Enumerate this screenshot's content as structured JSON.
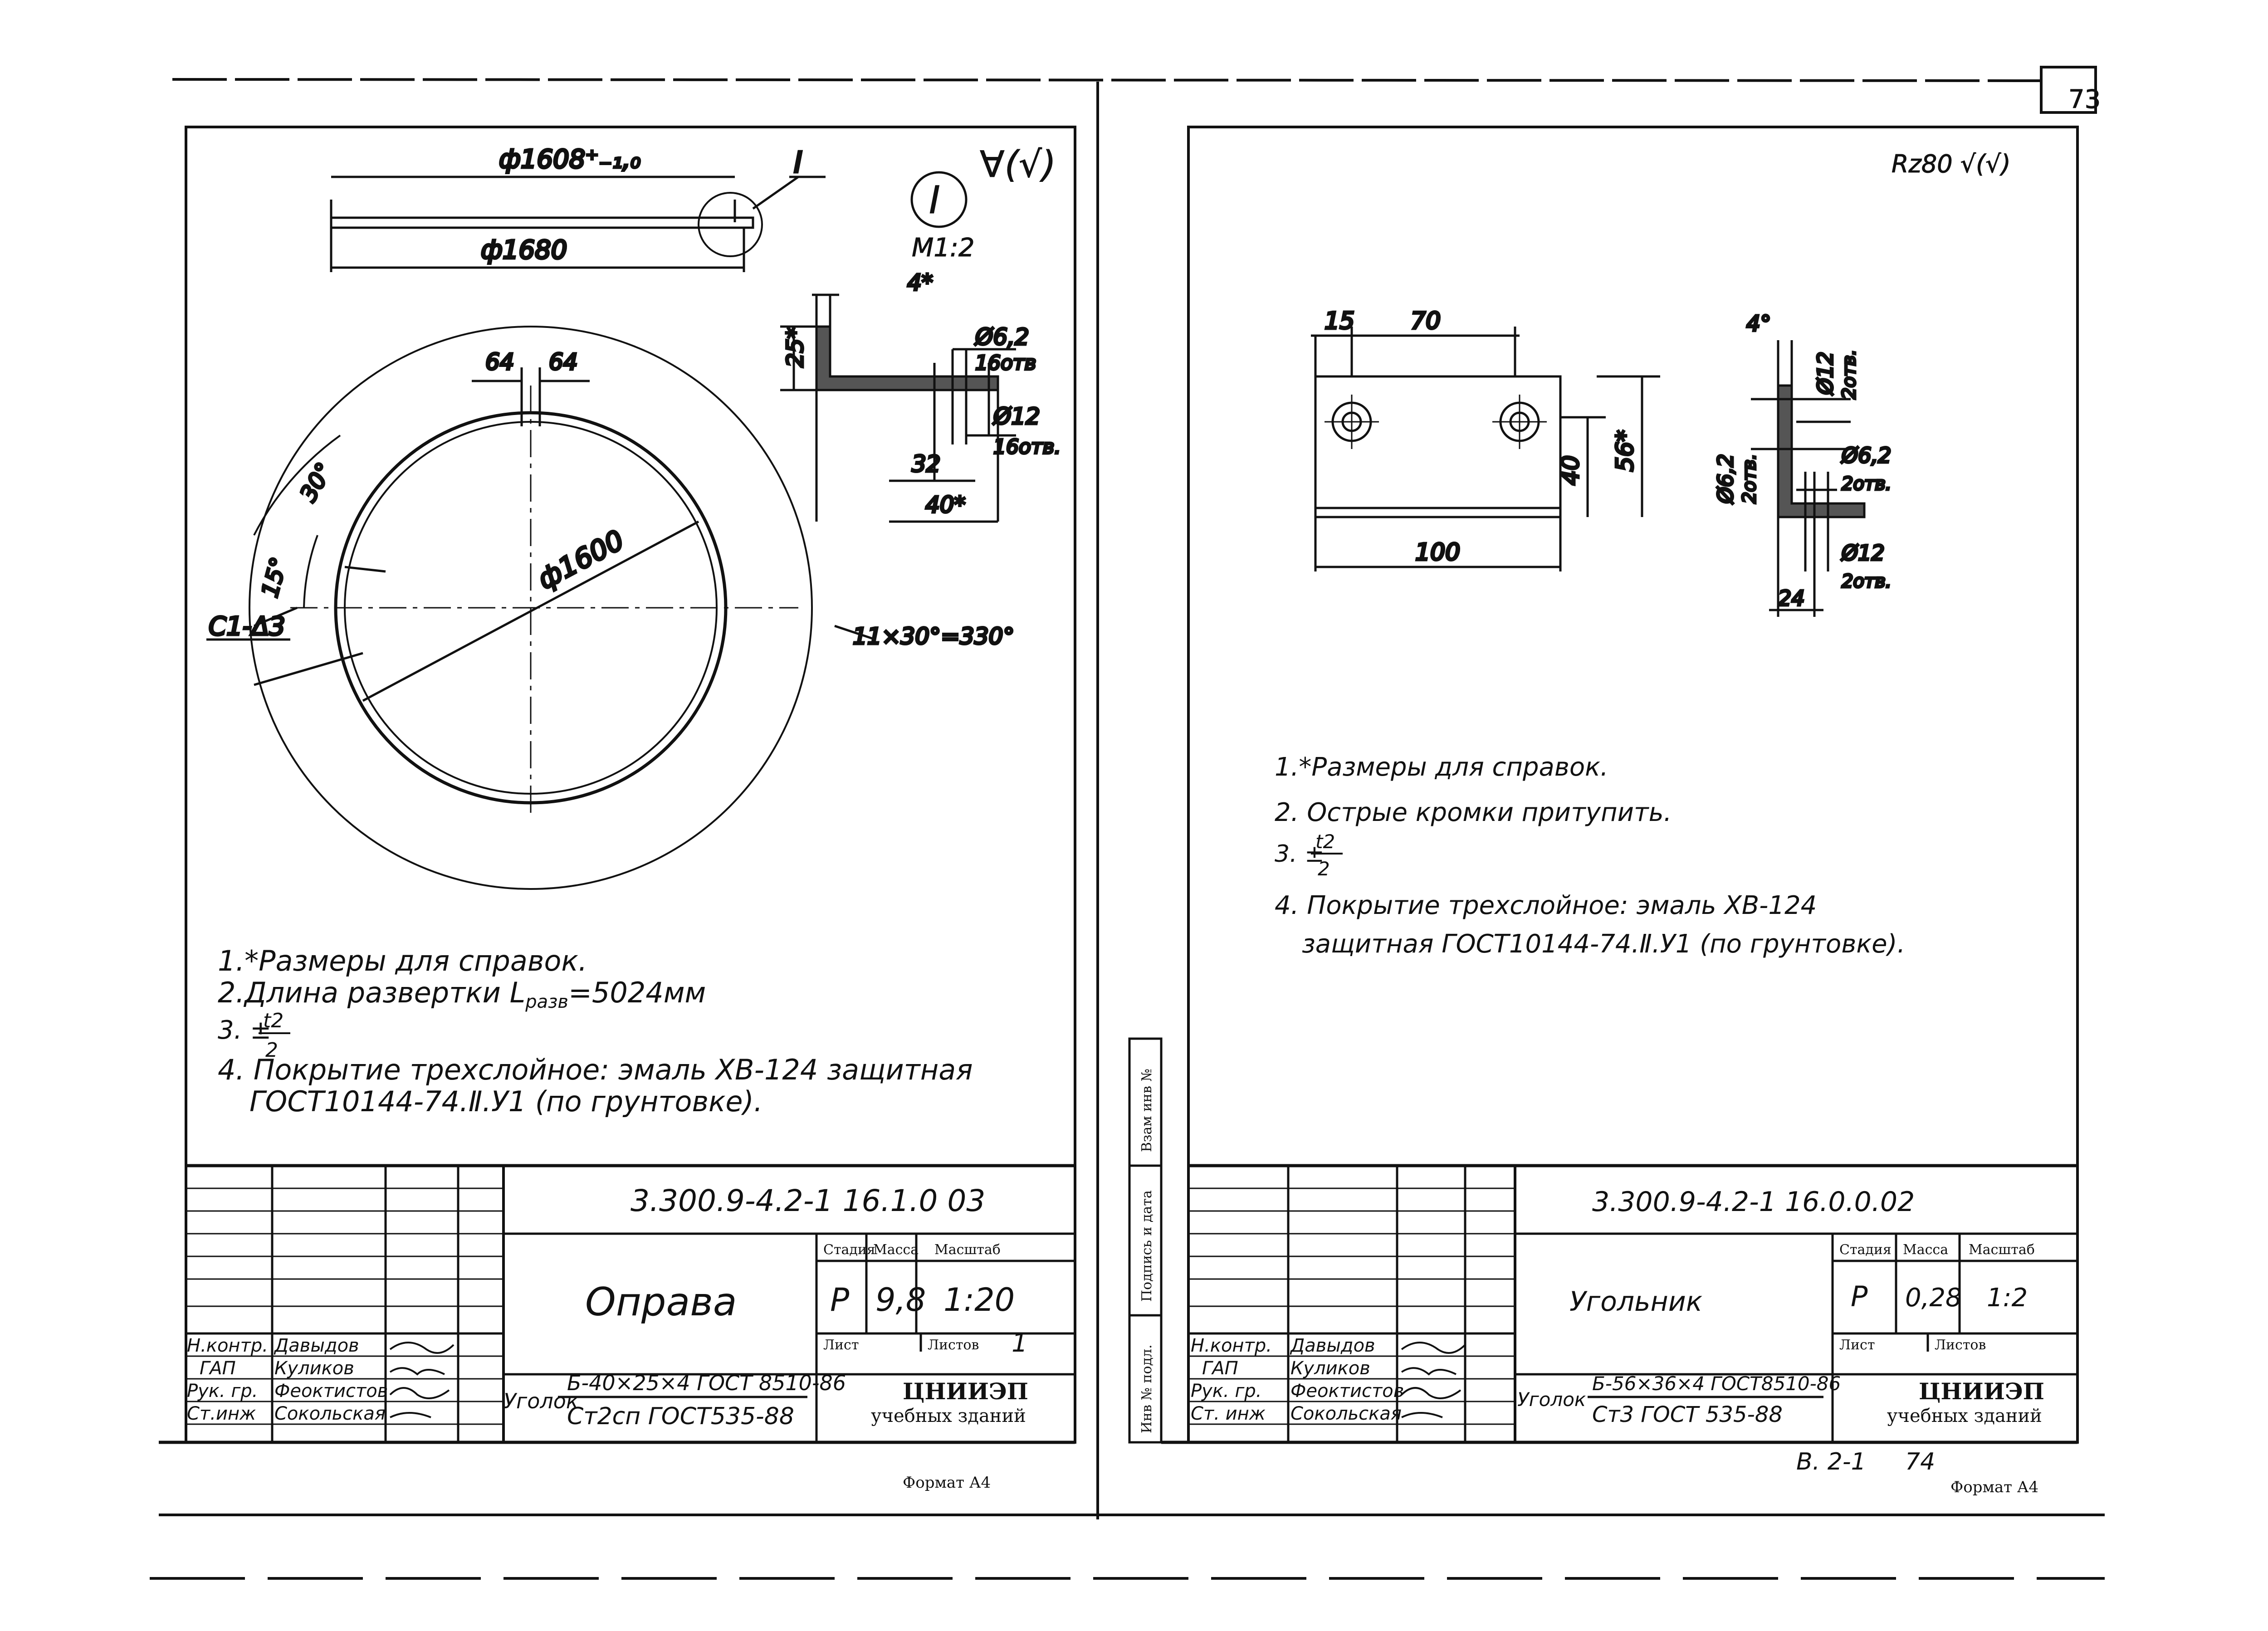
{
  "sheet_number_corner": "73",
  "left_sheet": {
    "roughness": "∀(√)",
    "detail_marker": "I",
    "detail_scale": "М1:2",
    "top_view": {
      "dia_top": "ф1608⁺₋₁,₀",
      "dia_bottom": "ф1680",
      "callout": "I"
    },
    "section": {
      "dim_4": "4*",
      "dim_25": "25*",
      "hole1": "Ø6,2",
      "hole1_count": "16отв",
      "hole2": "Ø12",
      "hole2_count": "16отв.",
      "dim_32": "32",
      "dim_40": "40*"
    },
    "ring": {
      "dim_64a": "64",
      "dim_64b": "64",
      "angle_30": "30°",
      "angle_15": "15°",
      "dia": "ф1600",
      "chamfer": "C1-Δ3",
      "angle_total": "11×30°=330°"
    },
    "notes": [
      "1.*Размеры для справок.",
      "2.Длина развертки L",
      "3. ±",
      "4. Покрытие трехслойное: эмаль ХВ-124 защитная",
      "ГОСТ10144-74.Ⅱ.У1 (по грунтовке)."
    ],
    "note2_sub": "разв",
    "note2_tail": "=5024мм",
    "note3_num": "t2",
    "note3_den": "2",
    "title_block": {
      "doc_number": "3.300.9-4.2-1 16.1.0 03",
      "name": "Оправа",
      "col_stage": "Стадия",
      "col_mass": "Масса",
      "col_scale": "Масштаб",
      "stage": "Р",
      "mass": "9,8",
      "scale": "1:20",
      "sheet": "Лист",
      "sheets": "Листов",
      "sheets_val": "1",
      "material_label": "Уголок",
      "material_line1": "Б-40×25×4 ГОСТ 8510-86",
      "material_line2": "Ст2сп ГОСТ535-88",
      "org": "ЦНИИЭП",
      "org_sub": "учебных зданий",
      "roles": [
        "Н.контр.",
        "ГАП",
        "Рук. гр.",
        "Ст.инж"
      ],
      "names": [
        "Давыдов",
        "Куликов",
        "Феоктистов",
        "Сокольская"
      ],
      "format": "Формат А4"
    }
  },
  "right_sheet": {
    "roughness": "Rz80 √(√)",
    "plate": {
      "dim_15": "15",
      "dim_70": "70",
      "dim_40": "40",
      "dim_56": "56*",
      "dim_100": "100"
    },
    "section": {
      "dim_4": "4°",
      "hole_v": "Ø12",
      "hole_v_count": "2отв.",
      "hole_v2": "Ø6,2",
      "hole_v2_count": "2отв.",
      "hole_h": "Ø6,2",
      "hole_h_count": "2отв.",
      "hole_h2": "Ø12",
      "hole_h2_count": "2отв.",
      "dim_24": "24"
    },
    "notes": [
      "1.*Размеры для справок.",
      "2. Острые кромки притупить.",
      "3. ±",
      "4. Покрытие трехслойное: эмаль ХВ-124",
      "защитная ГОСТ10144-74.Ⅱ.У1 (по грунтовке)."
    ],
    "note3_num": "t2",
    "note3_den": "2",
    "side_labels": [
      "Взам инв №",
      "Подпись и дата",
      "Инв № подл."
    ],
    "title_block": {
      "doc_number": "3.300.9-4.2-1 16.0.0.02",
      "name": "Угольник",
      "col_stage": "Стадия",
      "col_mass": "Масса",
      "col_scale": "Масштаб",
      "stage": "Р",
      "mass": "0,28",
      "scale": "1:2",
      "sheet": "Лист",
      "sheets": "Листов",
      "material_label": "Уголок",
      "material_line1": "Б-56×36×4 ГОСТ8510-86",
      "material_line2": "Ст3 ГОСТ 535-88",
      "org": "ЦНИИЭП",
      "org_sub": "учебных зданий",
      "roles": [
        "Н.контр.",
        "ГАП",
        "Рук. гр.",
        "Ст. инж"
      ],
      "names": [
        "Давыдов",
        "Куликов",
        "Феоктистов",
        "Сокольская"
      ],
      "below_left": "В. 2-1",
      "below_right": "74",
      "format": "Формат А4"
    }
  }
}
